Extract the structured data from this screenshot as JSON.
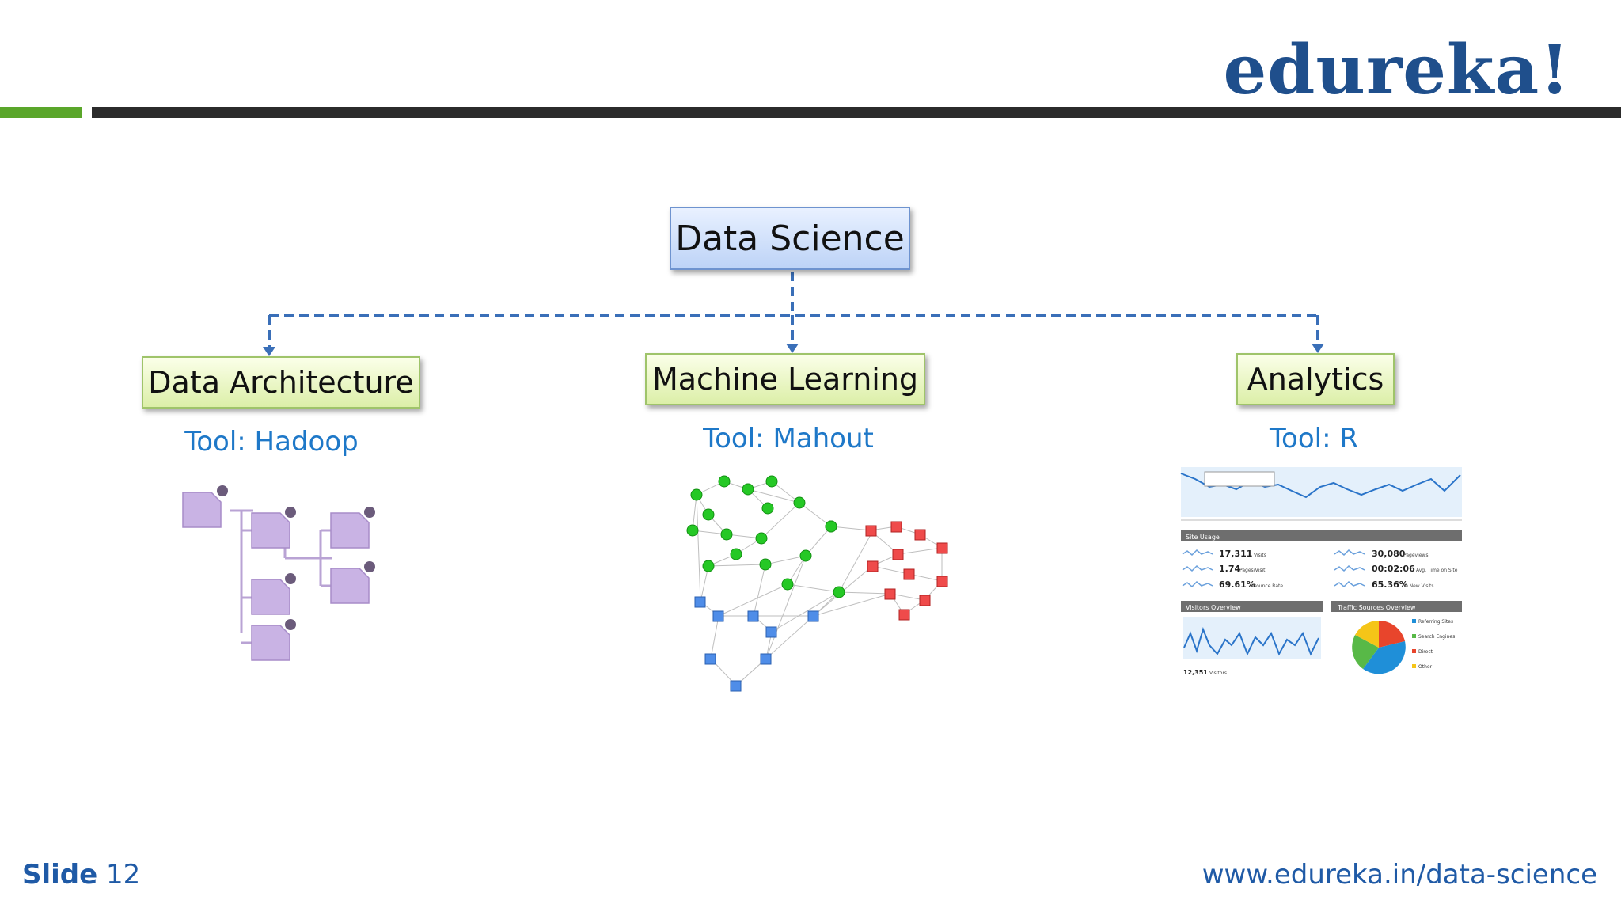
{
  "logo": {
    "text": "edureka!",
    "color": "#1f4f8c"
  },
  "diagram": {
    "root": {
      "label": "Data Science"
    },
    "children": [
      {
        "label": "Data Architecture",
        "tool": "Tool: Hadoop"
      },
      {
        "label": "Machine Learning",
        "tool": "Tool: Mahout"
      },
      {
        "label": "Analytics",
        "tool": "Tool: R"
      }
    ],
    "connector_color": "#3a6fb8"
  },
  "analytics_panel": {
    "site_usage_title": "Site Usage",
    "stats": [
      {
        "value": "17,311",
        "label": "Visits"
      },
      {
        "value": "30,080",
        "label": "Pageviews"
      },
      {
        "value": "1.74",
        "label": "Pages/Visit"
      },
      {
        "value": "00:02:06",
        "label": "Avg. Time on Site"
      },
      {
        "value": "69.61%",
        "label": "Bounce Rate"
      },
      {
        "value": "65.36%",
        "label": "% New Visits"
      }
    ],
    "visitors_title": "Visitors Overview",
    "visitors_value": "12,351",
    "visitors_label": "Visitors",
    "traffic_title": "Traffic Sources Overview",
    "pie_legend": [
      "Referring Sites",
      "Search Engines",
      "Direct",
      "Other"
    ]
  },
  "footer": {
    "slide_word": "Slide",
    "slide_number": "12",
    "url": "www.edureka.in/data-science"
  },
  "colors": {
    "green_bar": "#5aa62a",
    "dark_bar": "#2b2b2b",
    "tool_text": "#1e78c8"
  }
}
